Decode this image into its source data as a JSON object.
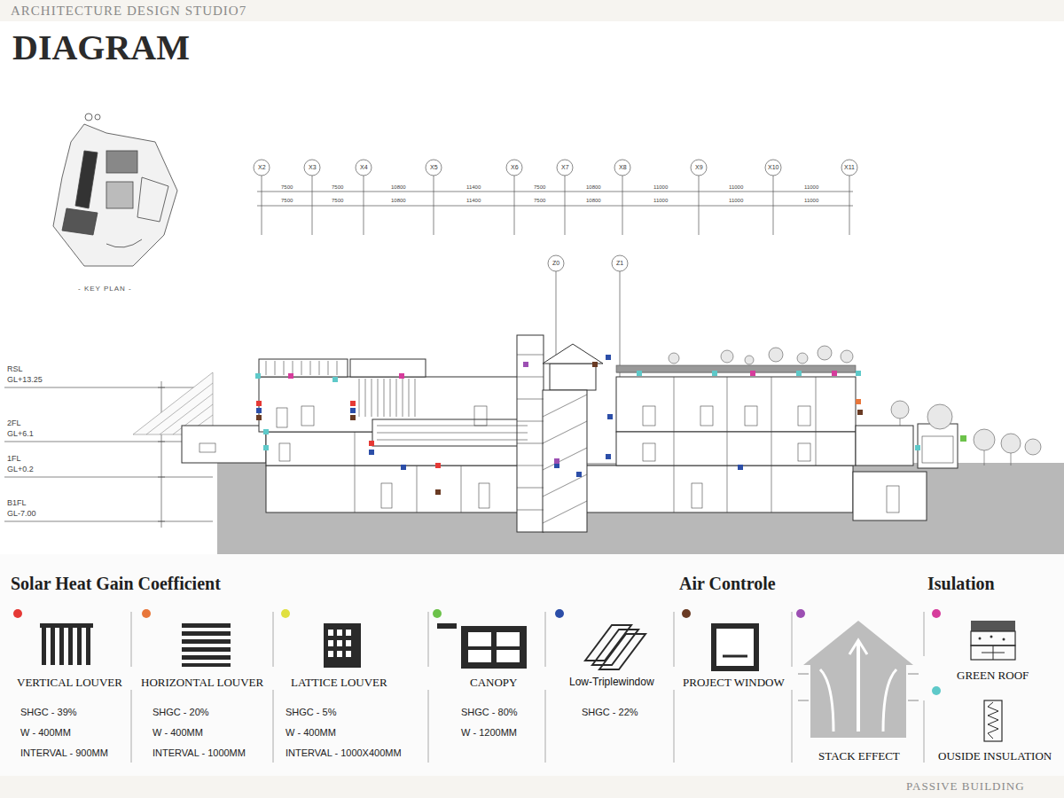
{
  "diagram": {
    "title": "DIAGRAM",
    "labels": [
      "ARCHITECTURE DESIGN STUDIO7",
      "- KEY PLAN -",
      "X2",
      "X3",
      "X4",
      "X5",
      "X6",
      "X7",
      "X8",
      "X9",
      "X10",
      "X11",
      "Z0",
      "Z1",
      "7500",
      "7500",
      "10800",
      "11400",
      "7500",
      "10800",
      "11000",
      "11000",
      "11000",
      "7500",
      "7500",
      "10800",
      "11400",
      "7500",
      "10800",
      "11000",
      "11000",
      "11000",
      "RSL",
      "GL+13.25",
      "2FL",
      "GL+6.1",
      "1FL",
      "GL+0.2",
      "B1FL",
      "GL-7.00",
      "SHGC - 39%",
      "W - 400MM",
      "INTERVAL - 900MM",
      "SHGC - 20%",
      "W - 400MM",
      "INTERVAL - 1000MM",
      "SHGC - 5%",
      "W - 400MM",
      "INTERVAL - 1000X400MM",
      "SHGC - 80%",
      "W - 1200MM",
      "SHGC - 22%",
      "Solar Heat Gain Coefficient",
      "Air Controle",
      "Isulation",
      "PASSIVE BUILDING"
    ],
    "legend": [
      {
        "text": "VERTICAL LOUVER",
        "color": "#e53935"
      },
      {
        "text": "HORIZONTAL LOUVER",
        "color": "#e8763a"
      },
      {
        "text": "LATTICE LOUVER",
        "color": "#e0e040"
      },
      {
        "text": "CANOPY",
        "color": "#6cc24a"
      },
      {
        "text": "Low-Triplewindow",
        "color": "#2c4ea8"
      },
      {
        "text": "PROJECT WINDOW",
        "color": "#6a3b24"
      },
      {
        "text": "STACK EFFECT",
        "color": "#9c4fb3"
      },
      {
        "text": "GREEN ROOF",
        "color": "#d63c9c"
      },
      {
        "text": "OUSIDE INSULATION",
        "color": "#5ec9c9"
      }
    ]
  }
}
